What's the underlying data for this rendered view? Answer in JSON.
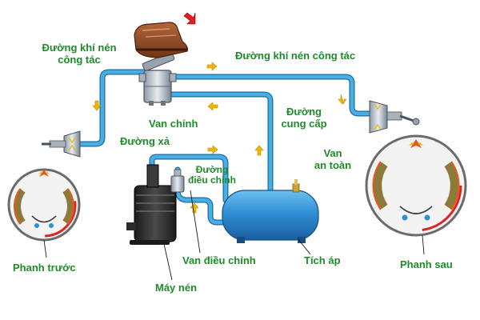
{
  "labels": {
    "pedal_line_1": "Đường khí nén",
    "pedal_line_2": "công tác",
    "work_line_top": "Đường khí nén công tác",
    "main_valve": "Van chính",
    "supply_line_1": "Đường",
    "supply_line_2": "cung cấp",
    "exhaust_line": "Đường xả",
    "control_line_1": "Đường",
    "control_line_2": "điều chỉnh",
    "safety_valve_1": "Van",
    "safety_valve_2": "an toàn",
    "front_brake": "Phanh trước",
    "regulator_valve": "Van điều chỉnh",
    "accumulator": "Tích áp",
    "rear_brake": "Phanh sau",
    "compressor": "Máy nén"
  },
  "colors": {
    "label_text": "#1f8a2a",
    "air_line": "#3da0d8",
    "flow_arrow": "#f2b705",
    "pedal_arrow": "#e01e1e",
    "tank": "#2f8fd4",
    "brake_lining": "#8b7a3a"
  },
  "icons": [
    "brake-pedal-boot-icon",
    "pedal-press-arrow-icon"
  ]
}
